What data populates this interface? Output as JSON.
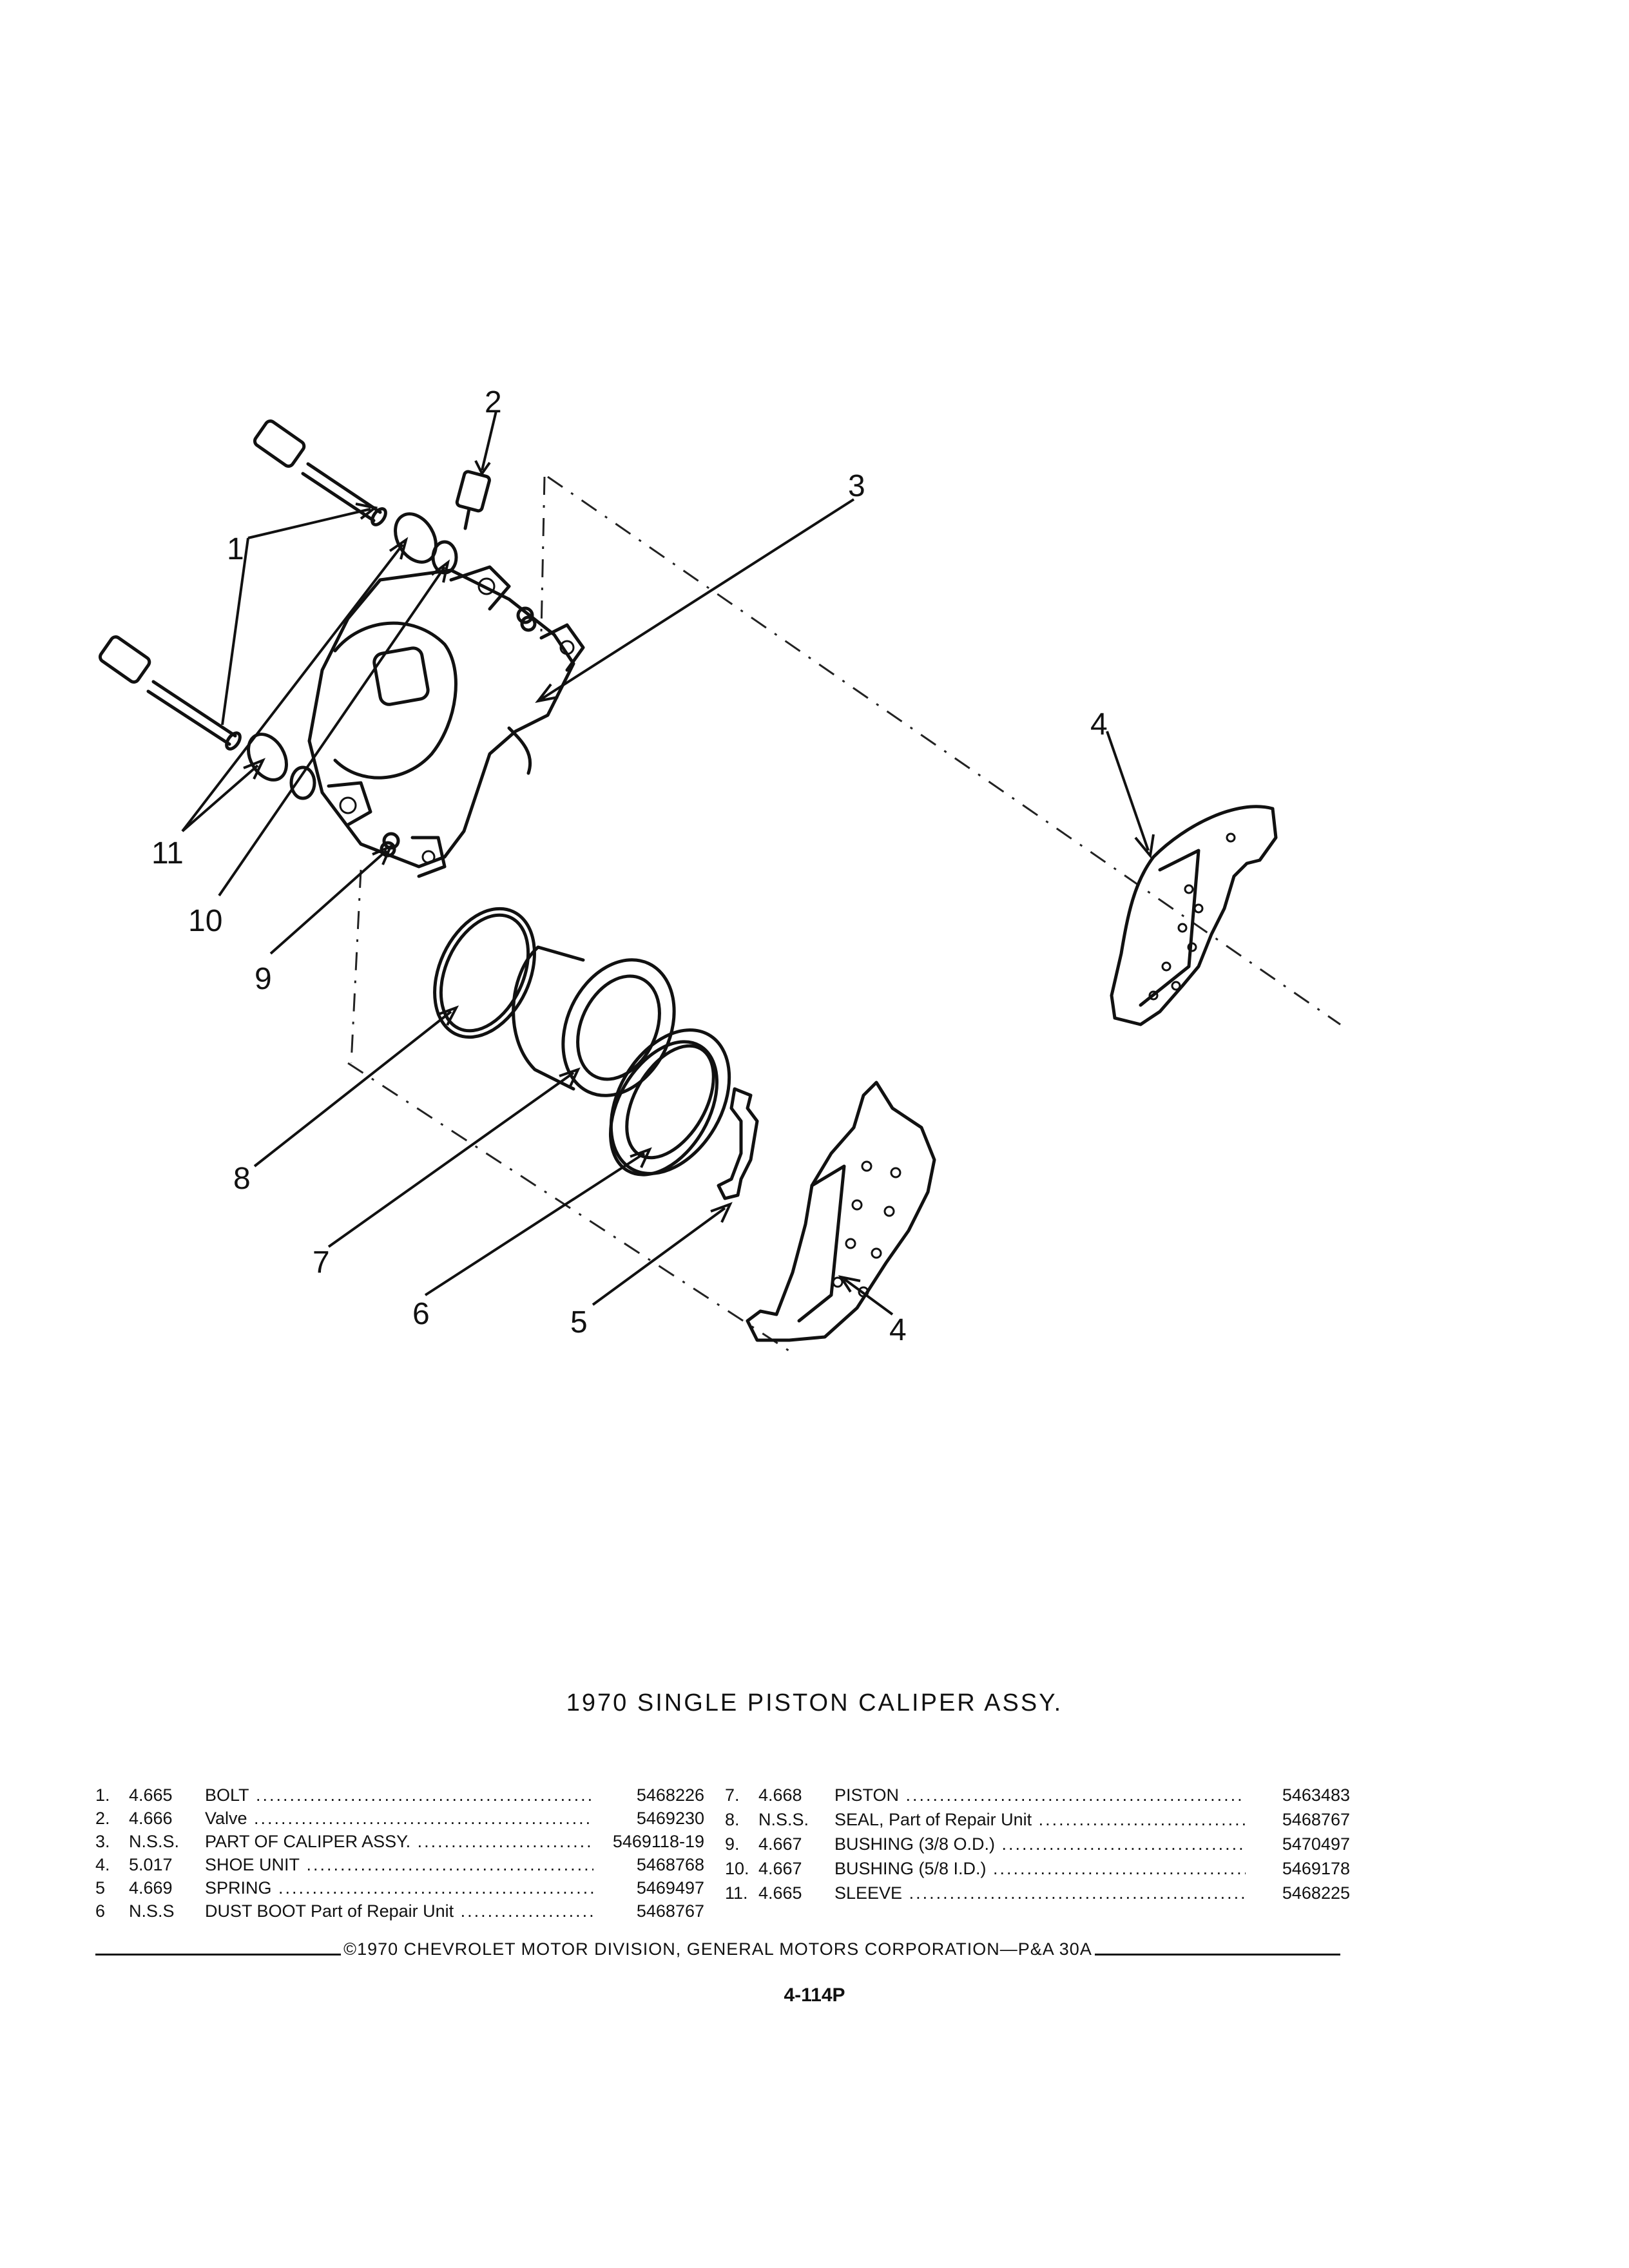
{
  "diagram": {
    "callouts": [
      "1",
      "2",
      "3",
      "4",
      "4",
      "5",
      "6",
      "7",
      "8",
      "9",
      "10",
      "11"
    ]
  },
  "title": "1970 SINGLE PISTON CALIPER ASSY.",
  "parts_left": [
    {
      "num": "1.",
      "code": "4.665",
      "name": "BOLT",
      "part": "5468226"
    },
    {
      "num": "2.",
      "code": "4.666",
      "name": "Valve",
      "part": "5469230"
    },
    {
      "num": "3.",
      "code": "N.S.S.",
      "name": "PART OF CALIPER ASSY.",
      "part": "5469118-19"
    },
    {
      "num": "4.",
      "code": "5.017",
      "name": "SHOE UNIT",
      "part": "5468768"
    },
    {
      "num": "5",
      "code": "4.669",
      "name": "SPRING",
      "part": "5469497"
    },
    {
      "num": "6",
      "code": "N.S.S",
      "name": "DUST BOOT Part of Repair Unit",
      "part": "5468767"
    }
  ],
  "parts_right": [
    {
      "num": "7.",
      "code": "4.668",
      "name": "PISTON",
      "part": "5463483"
    },
    {
      "num": "8.",
      "code": "N.S.S.",
      "name": "SEAL, Part of Repair Unit",
      "part": "5468767"
    },
    {
      "num": "9.",
      "code": "4.667",
      "name": "BUSHING (3/8 O.D.)",
      "part": "5470497"
    },
    {
      "num": "10.",
      "code": "4.667",
      "name": "BUSHING (5/8 I.D.)",
      "part": "5469178"
    },
    {
      "num": "11.",
      "code": "4.665",
      "name": "SLEEVE",
      "part": "5468225"
    }
  ],
  "copyright": "©1970 CHEVROLET MOTOR DIVISION, GENERAL MOTORS CORPORATION—P&A 30A",
  "page_number": "4-114P"
}
